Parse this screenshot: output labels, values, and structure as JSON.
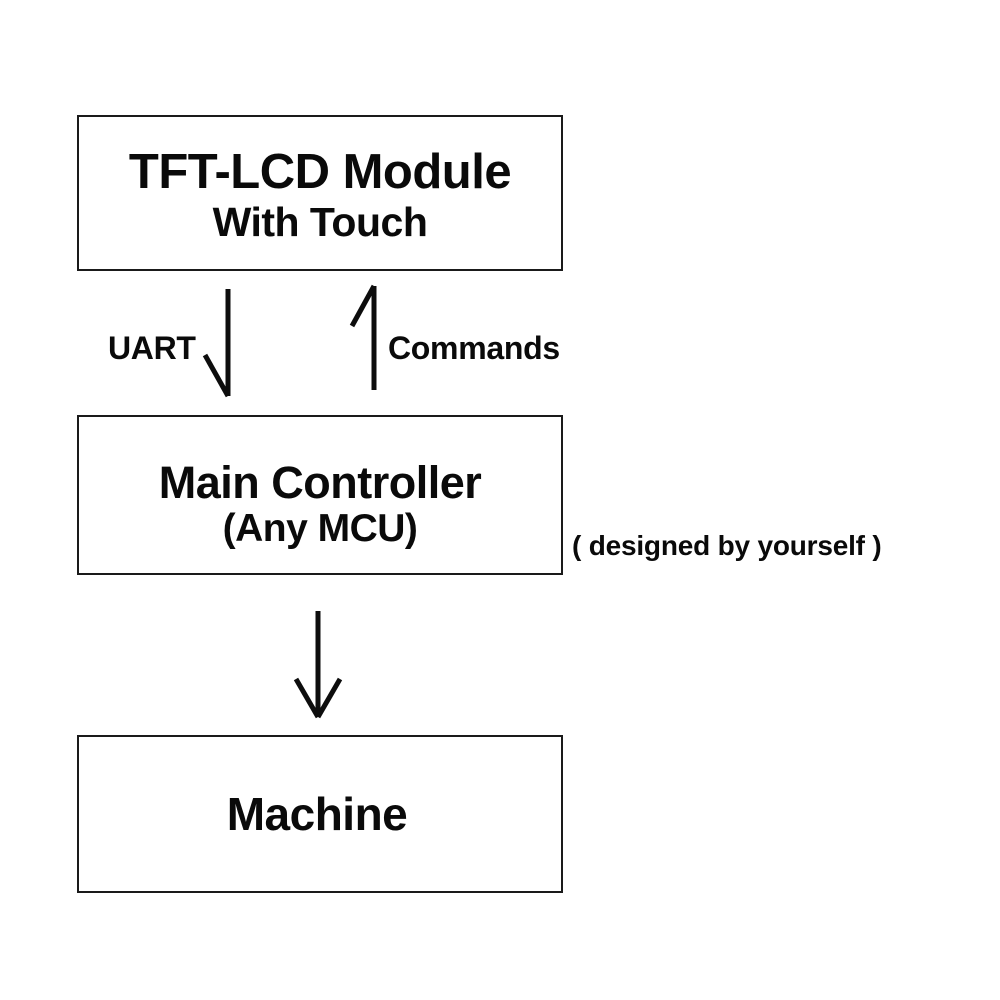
{
  "diagram": {
    "title": "TFT-LCD Module system block diagram",
    "background_color": "#ffffff",
    "stroke_color": "#1a1a1a",
    "text_color": "#0a0a0a",
    "nodes": [
      {
        "id": "tft-lcd-module",
        "line1": "TFT-LCD Module",
        "line2": "With Touch"
      },
      {
        "id": "main-controller",
        "line1": "Main Controller",
        "line2": "(Any MCU)"
      },
      {
        "id": "machine",
        "line1": "Machine",
        "line2": ""
      }
    ],
    "edges": [
      {
        "id": "tft-to-mcu",
        "label": "UART",
        "direction": "down",
        "arrowhead": "half-left"
      },
      {
        "id": "mcu-to-tft",
        "label": "Commands",
        "direction": "up",
        "arrowhead": "half-left"
      },
      {
        "id": "mcu-to-machine",
        "label": "",
        "direction": "down",
        "arrowhead": "full"
      }
    ],
    "annotations": [
      {
        "id": "designed-by-yourself",
        "text": "( designed by yourself )"
      }
    ]
  }
}
